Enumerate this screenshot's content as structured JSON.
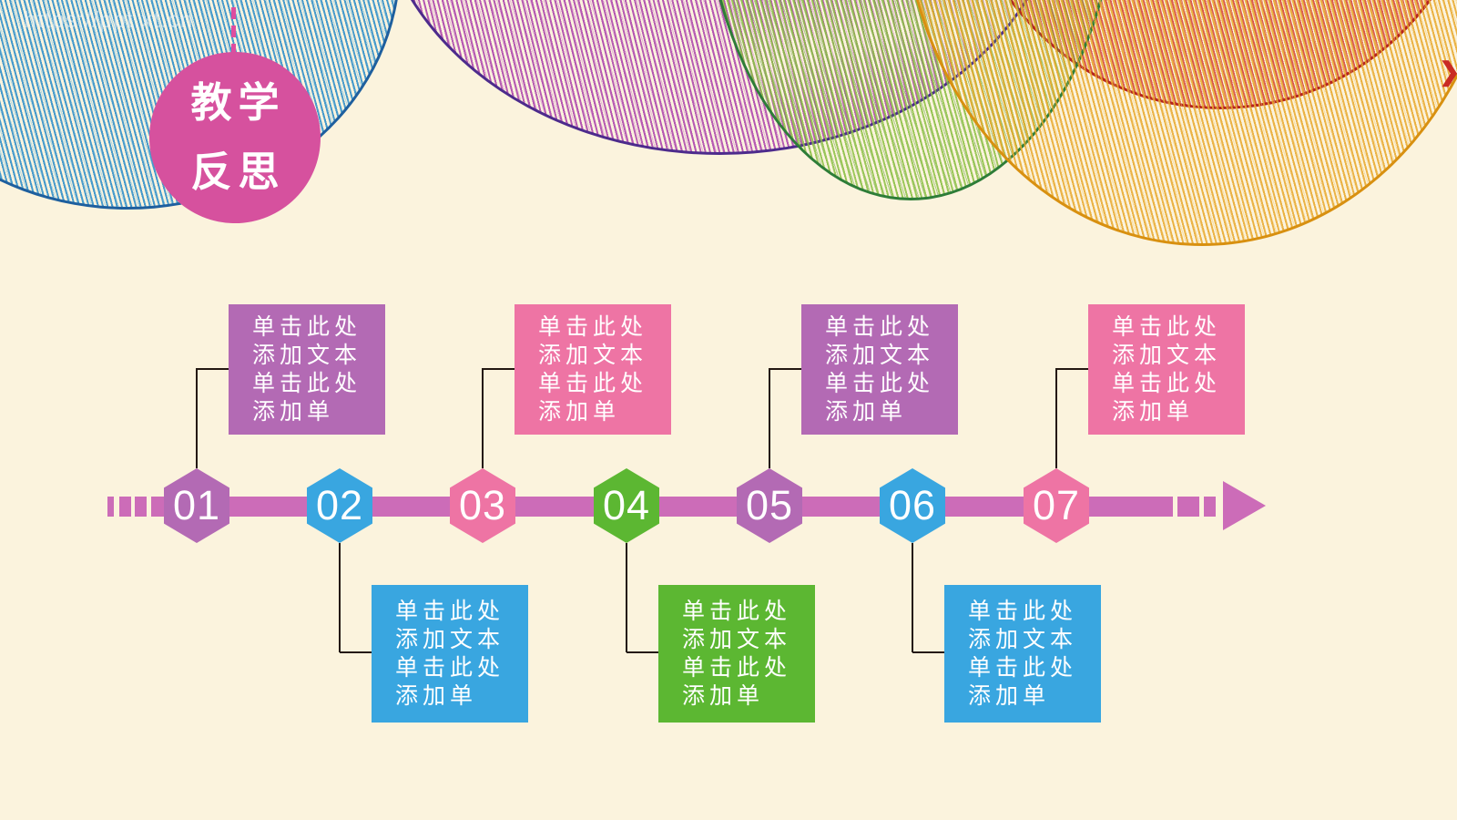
{
  "slide": {
    "background_color": "#FBF3DD",
    "watermark": "https://ppt.xt.cn",
    "edge_mark": "❯"
  },
  "decor": {
    "arcs": [
      {
        "name": "blue-scribble-arc",
        "stroke": "#2A8CC8",
        "outline": "#1E5F9E"
      },
      {
        "name": "purple-scribble-arc",
        "stroke": "#A636A8",
        "outline": "#4D2B8C"
      },
      {
        "name": "red-scribble-arc",
        "stroke": "#D2372F",
        "outline": "#B5241E"
      },
      {
        "name": "green-scribble-arc",
        "stroke": "#8CC044",
        "outline": "#2E7D38"
      },
      {
        "name": "orange-scribble-arc",
        "stroke": "#E8A82C",
        "outline": "#D89010"
      }
    ],
    "hanger_line_color": "#DE4D9F"
  },
  "title_badge": {
    "line1": "教学",
    "line2": "反思",
    "color": "#D6519E",
    "text_color": "#FFFFFF"
  },
  "timeline": {
    "bar_color": "#CC6CB8",
    "arrow_color": "#CC6CB8",
    "connector_color": "#231812",
    "steps": [
      {
        "number": "01",
        "color": "#B36AB4",
        "side": "top",
        "lines": [
          "单击此处",
          "添加文本",
          "单击此处",
          "添加单"
        ]
      },
      {
        "number": "02",
        "color": "#39A6E0",
        "side": "bottom",
        "lines": [
          "单击此处",
          "添加文本",
          "单击此处",
          "添加单"
        ]
      },
      {
        "number": "03",
        "color": "#EE74A4",
        "side": "top",
        "lines": [
          "单击此处",
          "添加文本",
          "单击此处",
          "添加单"
        ]
      },
      {
        "number": "04",
        "color": "#5CB732",
        "side": "bottom",
        "lines": [
          "单击此处",
          "添加文本",
          "单击此处",
          "添加单"
        ]
      },
      {
        "number": "05",
        "color": "#B36AB4",
        "side": "top",
        "lines": [
          "单击此处",
          "添加文本",
          "单击此处",
          "添加单"
        ]
      },
      {
        "number": "06",
        "color": "#39A6E0",
        "side": "bottom",
        "lines": [
          "单击此处",
          "添加文本",
          "单击此处",
          "添加单"
        ]
      },
      {
        "number": "07",
        "color": "#EE74A4",
        "side": "top",
        "lines": [
          "单击此处",
          "添加文本",
          "单击此处",
          "添加单"
        ]
      }
    ]
  }
}
